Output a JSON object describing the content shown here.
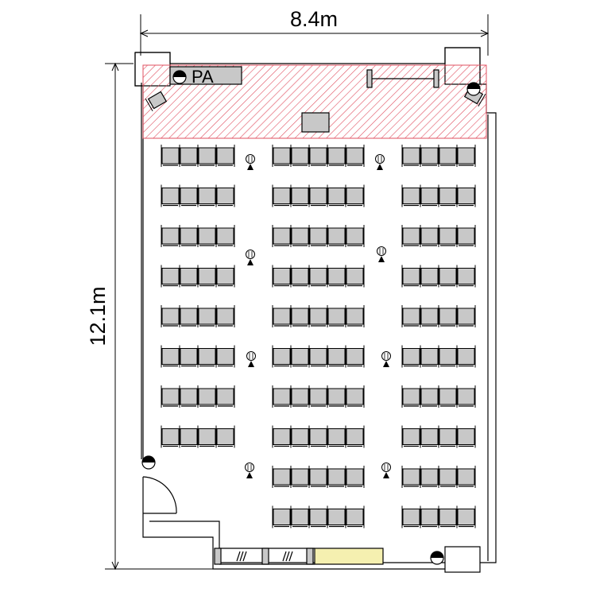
{
  "plan": {
    "width_dimension": "8.4m",
    "depth_dimension": "12.1m",
    "pa_label": "PA",
    "stage_area_color": "#e05060",
    "seat_fill": "#c8c8c8",
    "table_fill": "#f5f0b0",
    "seating": {
      "left_block": {
        "rows": 8,
        "seats_per_row": 4
      },
      "center_block": {
        "rows": 10,
        "seats_per_row": 5
      },
      "right_block": {
        "rows": 10,
        "seats_per_row": 4
      }
    },
    "ceiling_speakers": 8,
    "columns": 3,
    "icons": [
      "speaker-icon",
      "stage-light-icon",
      "door-icon",
      "column-icon",
      "podium-icon",
      "rack-icon"
    ]
  }
}
